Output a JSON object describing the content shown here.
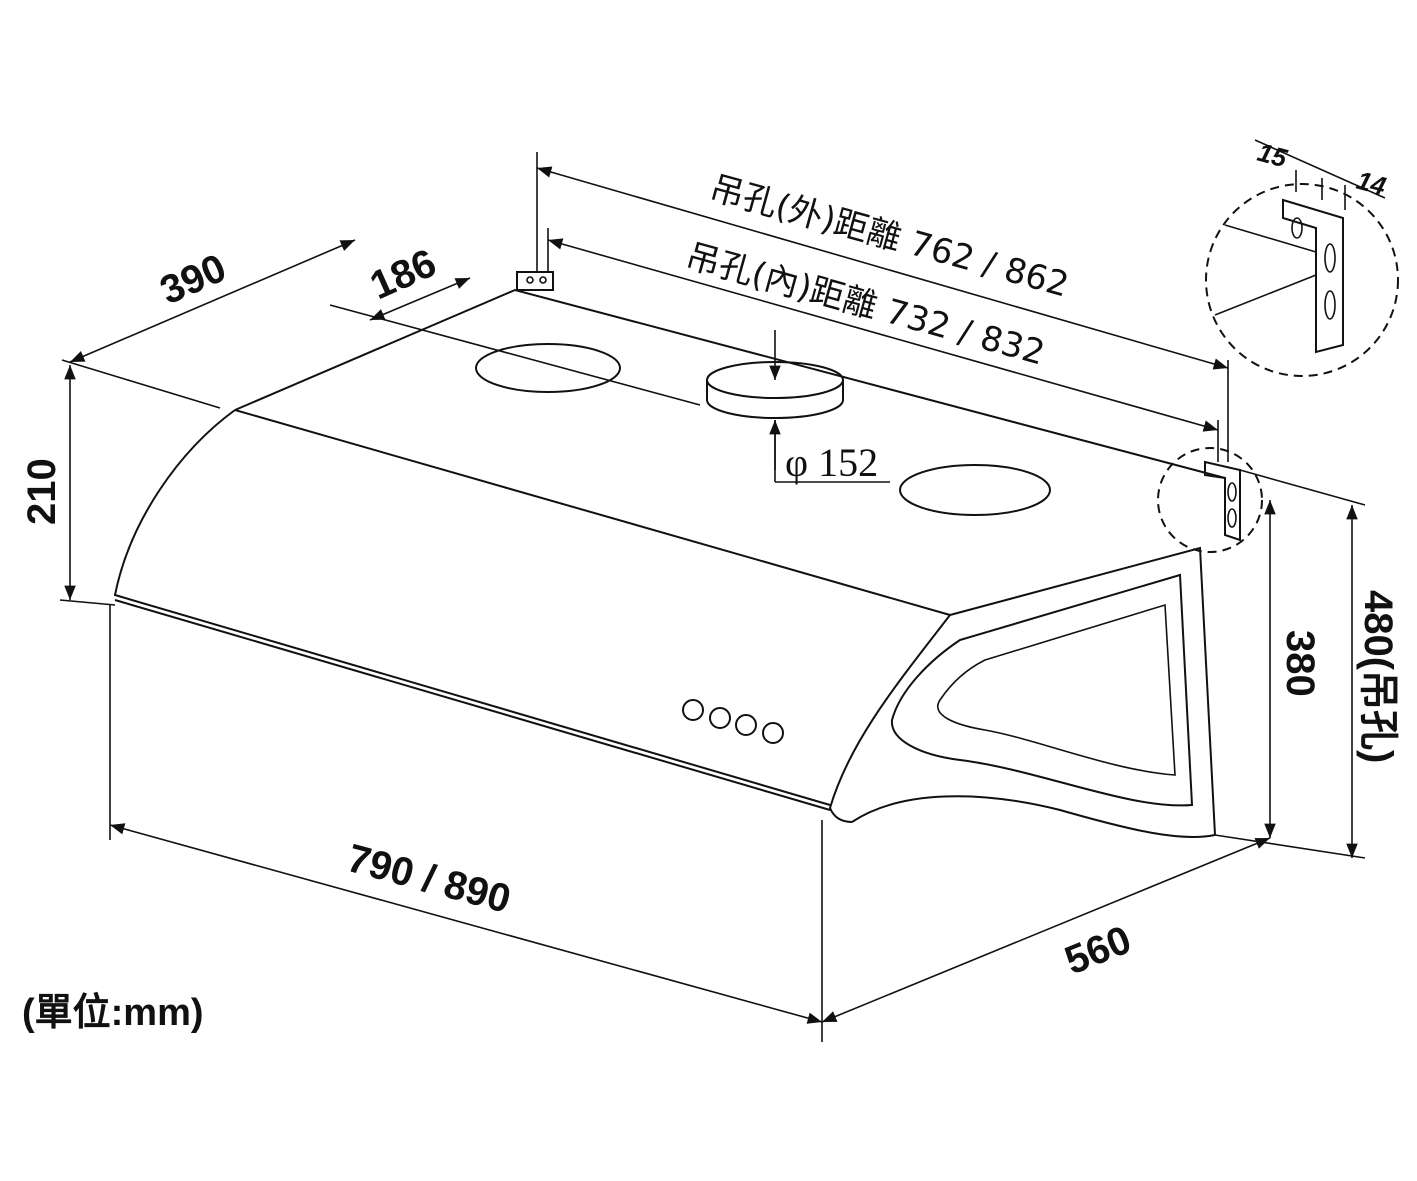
{
  "diagram": {
    "dimensions": {
      "depth_top": "390",
      "duct_offset": "186",
      "front_height": "210",
      "hanger_outer": "吊孔(外)距離 762 / 862",
      "hanger_inner": "吊孔(內)距離 732 / 832",
      "duct_diameter": "φ 152",
      "side_height": "380",
      "hanger_height": "480(吊孔)",
      "width": "790 / 890",
      "depth_bottom": "560",
      "bracket_a": "15",
      "bracket_b": "14"
    },
    "unit_note": "(單位:mm)",
    "control_buttons": 4
  }
}
